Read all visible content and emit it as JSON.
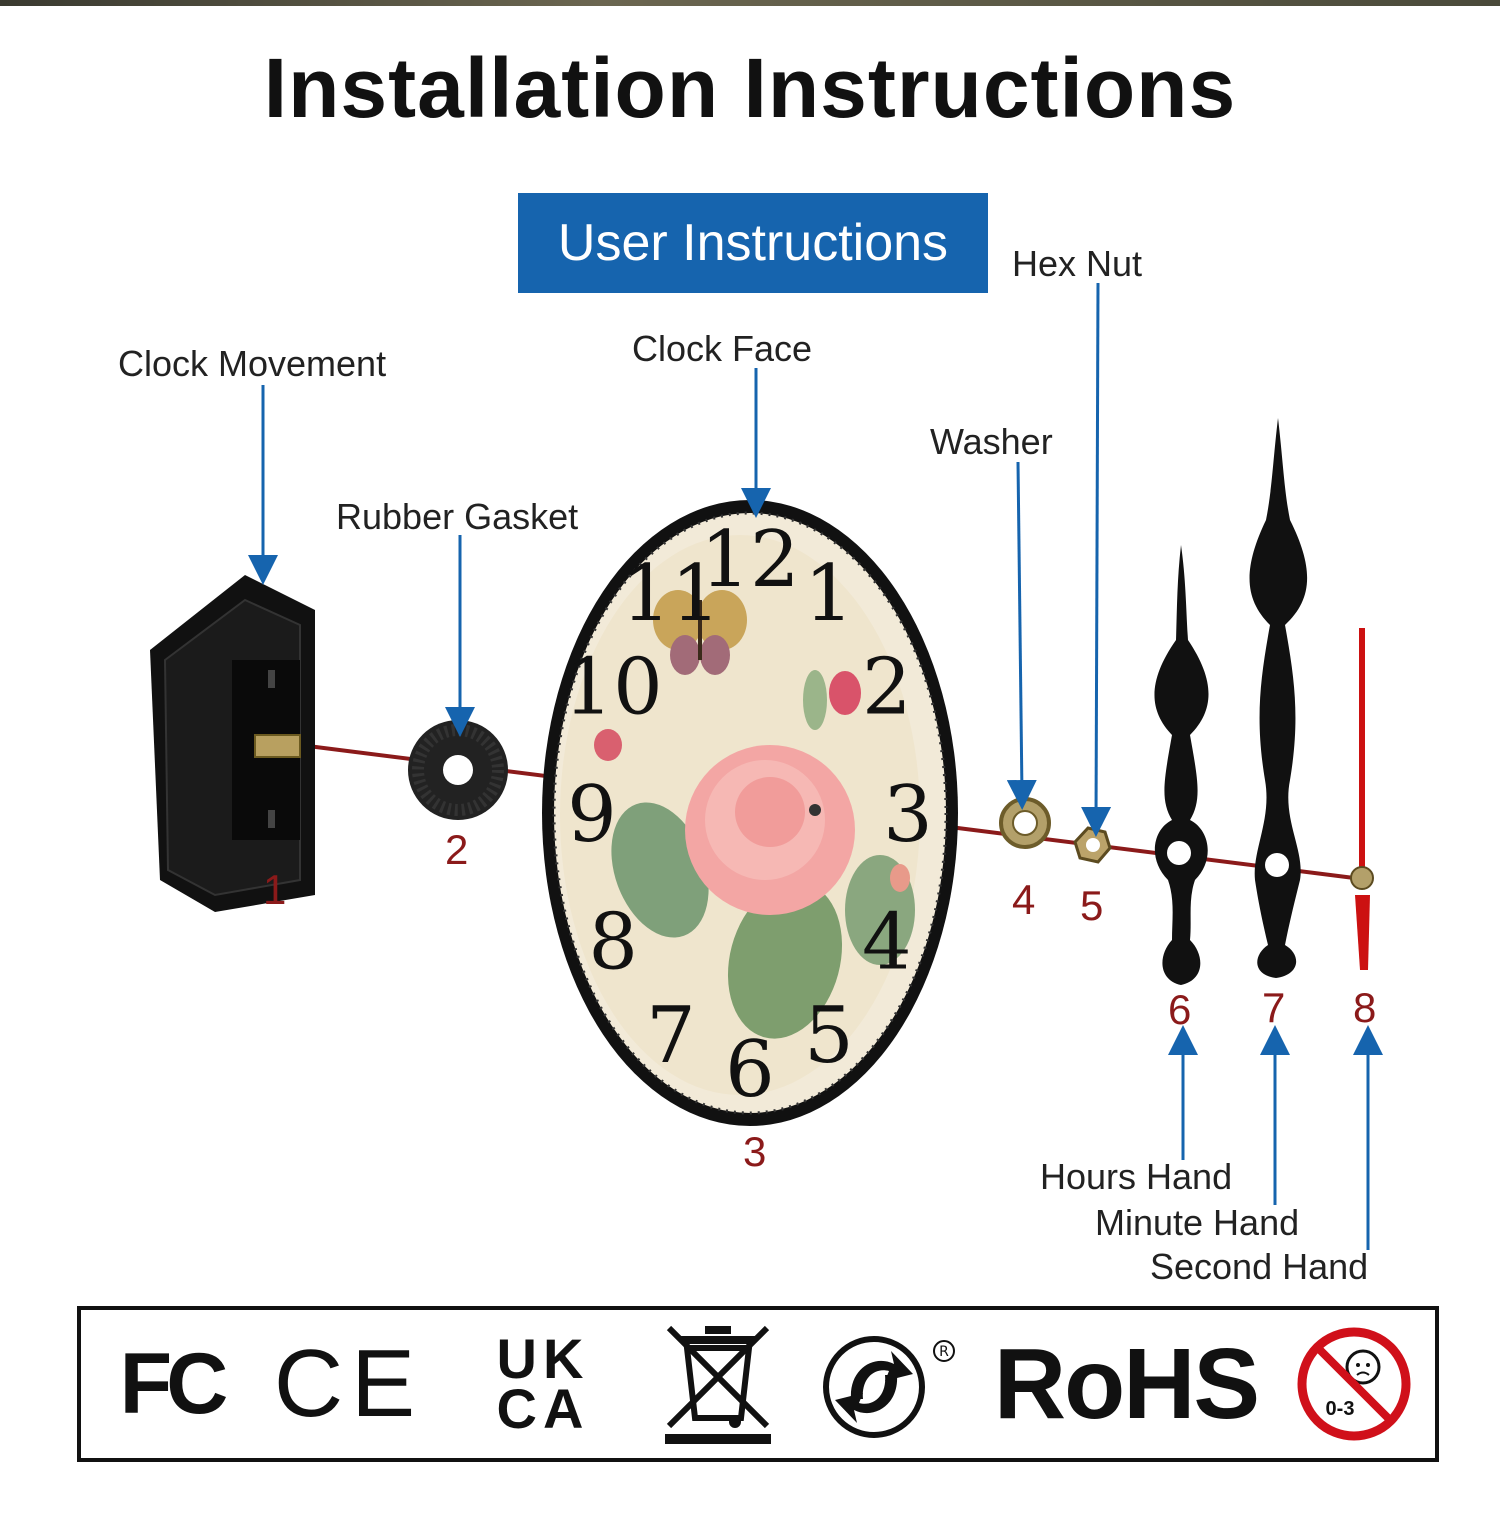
{
  "title": "Installation Instructions",
  "subtitle": "User Instructions",
  "parts": [
    {
      "number": "1",
      "label": "Clock Movement"
    },
    {
      "number": "2",
      "label": "Rubber Gasket"
    },
    {
      "number": "3",
      "label": "Clock Face"
    },
    {
      "number": "4",
      "label": "Washer"
    },
    {
      "number": "5",
      "label": "Hex Nut"
    },
    {
      "number": "6",
      "label": "Hours Hand"
    },
    {
      "number": "7",
      "label": "Minute Hand"
    },
    {
      "number": "8",
      "label": "Second Hand"
    }
  ],
  "dial_numerals": [
    "12",
    "1",
    "2",
    "3",
    "4",
    "5",
    "6",
    "7",
    "8",
    "9",
    "10",
    "11"
  ],
  "certifications": [
    "FC",
    "CE",
    "UK CA",
    "WEEE",
    "Green Dot",
    "RoHS",
    "0-3"
  ],
  "colors": {
    "arrow": "#1664ae",
    "axis_line": "#8b1a1a",
    "number": "#8b1a1a",
    "second_hand": "#cc1111"
  }
}
